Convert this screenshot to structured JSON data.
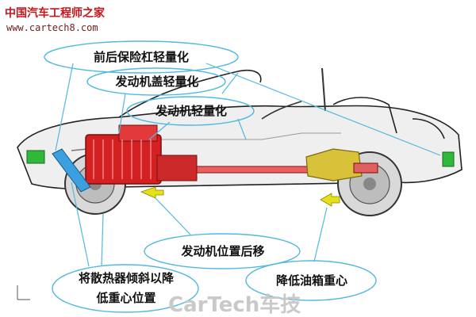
{
  "watermark": {
    "chinese": "中国汽车工程师之家",
    "url": "www.cartech8.com"
  },
  "callouts": {
    "bumper": "前后保险杠轻量化",
    "hood": "发动机盖轻量化",
    "engine_light": "发动机轻量化",
    "engine_position": "发动机位置后移",
    "radiator_line1": "将散热器倾斜以降",
    "radiator_line2": "低重心位置",
    "fuel_tank": "降低油箱重心"
  },
  "footer": {
    "brand_latin": "CarTech",
    "brand_cn": "车技"
  },
  "colors": {
    "engine": "#d42020",
    "fuel_tank": "#d8c23a",
    "bumper_green": "#2fb83a",
    "radiator_blue": "#3aa0e0",
    "callout_line": "#52b8e0",
    "arrow_yellow": "#e6e01a"
  }
}
